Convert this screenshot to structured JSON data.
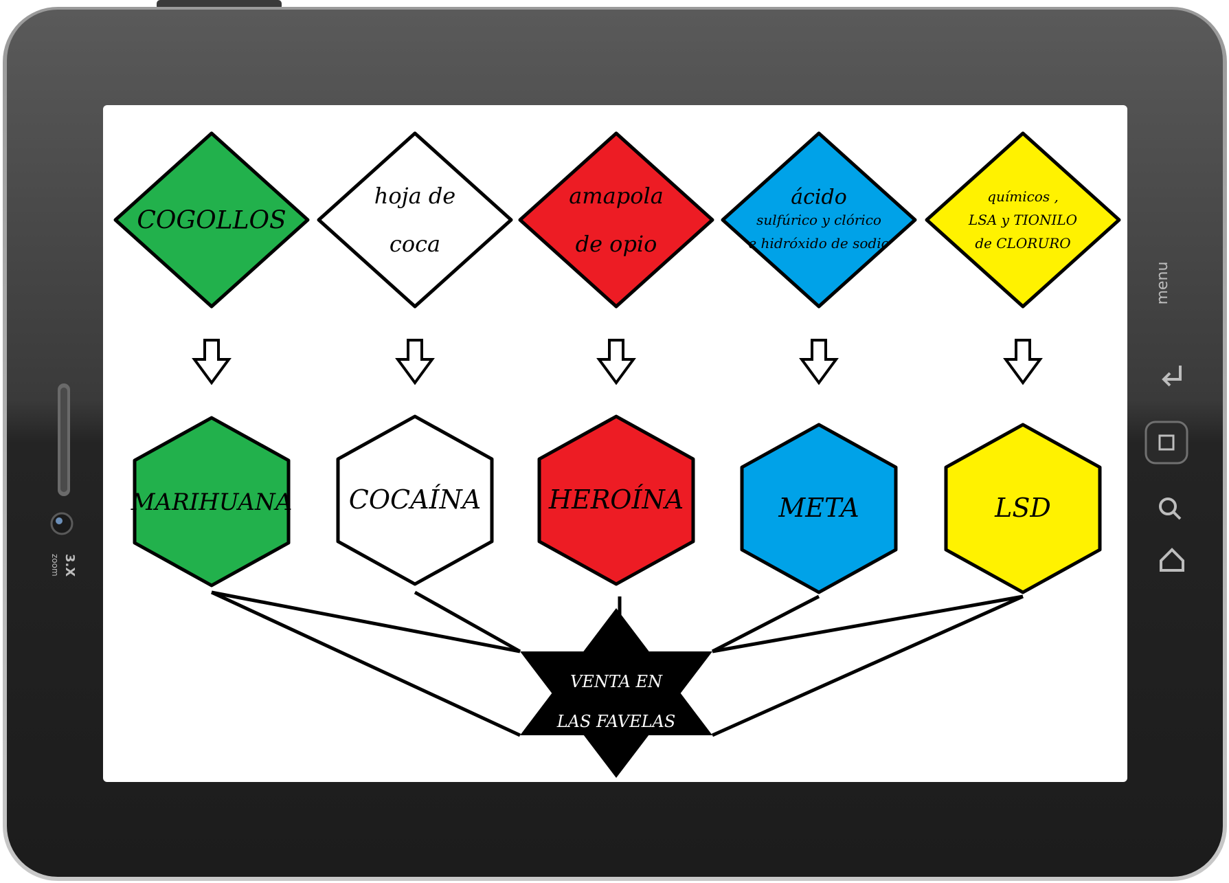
{
  "device": {
    "menu_label": "menu",
    "zoom_label": "3.X",
    "zoom_sub": "zoom"
  },
  "diagram": {
    "sources": [
      {
        "lines": [
          "COGOLLOS"
        ],
        "color": "#22b14c"
      },
      {
        "lines": [
          "hoja de",
          "coca"
        ],
        "color": "#ffffff"
      },
      {
        "lines": [
          "amapola",
          "de opio"
        ],
        "color": "#ed1c24"
      },
      {
        "lines": [
          "ácido",
          "sulfúrico y clórico",
          "e hidróxido de sodio"
        ],
        "color": "#00a2e8"
      },
      {
        "lines": [
          "químicos ,",
          "LSA y TIONILO",
          "de CLORURO"
        ],
        "color": "#fff200"
      }
    ],
    "products": [
      {
        "label": "MARIHUANA",
        "color": "#22b14c"
      },
      {
        "label": "COCAÍNA",
        "color": "#ffffff"
      },
      {
        "label": "HEROÍNA",
        "color": "#ed1c24"
      },
      {
        "label": "META",
        "color": "#00a2e8"
      },
      {
        "label": "LSD",
        "color": "#fff200"
      }
    ],
    "hub": {
      "lines": [
        "VENTA EN",
        "LAS FAVELAS"
      ],
      "color": "#000000"
    }
  }
}
